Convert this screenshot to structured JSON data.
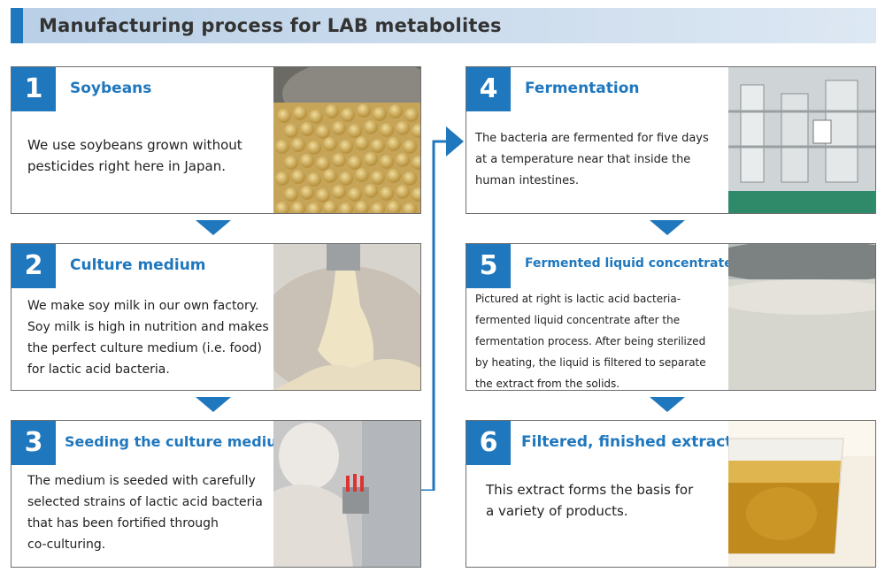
{
  "header": {
    "title": "Manufacturing process for LAB metabolites"
  },
  "steps": [
    {
      "number": "1",
      "title": "Soybeans",
      "lines": [
        "We use soybeans grown without",
        "pesticides right here in Japan."
      ],
      "photo_icon": "soybeans-photo"
    },
    {
      "number": "2",
      "title": "Culture medium",
      "lines": [
        "We make soy milk in our own factory.",
        "Soy milk is high in nutrition and makes",
        "the perfect culture medium (i.e. food)",
        "for lactic acid bacteria."
      ],
      "photo_icon": "soymilk-photo"
    },
    {
      "number": "3",
      "title": "Seeding the culture medium",
      "lines": [
        "The medium is seeded with carefully",
        "selected strains of lactic acid bacteria",
        "that has been fortified through",
        "co-culturing."
      ],
      "photo_icon": "lab-worker-photo"
    },
    {
      "number": "4",
      "title": "Fermentation",
      "lines": [
        "The bacteria are fermented for five days",
        "at a temperature near that inside  the",
        "human intestines."
      ],
      "photo_icon": "fermentation-tanks-photo"
    },
    {
      "number": "5",
      "title": "Fermented liquid concentrate",
      "lines": [
        "Pictured at right is lactic acid bacteria-",
        "fermented liquid concentrate after the",
        "fermentation process. After being sterilized",
        "by heating, the liquid is filtered to separate",
        "the extract from the solids."
      ],
      "photo_icon": "liquid-concentrate-photo"
    },
    {
      "number": "6",
      "title": "Filtered, finished extract",
      "lines": [
        "This extract forms the basis for",
        "a variety of products."
      ],
      "photo_icon": "extract-glass-photo"
    }
  ],
  "colors": {
    "accent": "#1f77bd",
    "header_bg": "#c9daed",
    "border": "#6e6e6e"
  }
}
